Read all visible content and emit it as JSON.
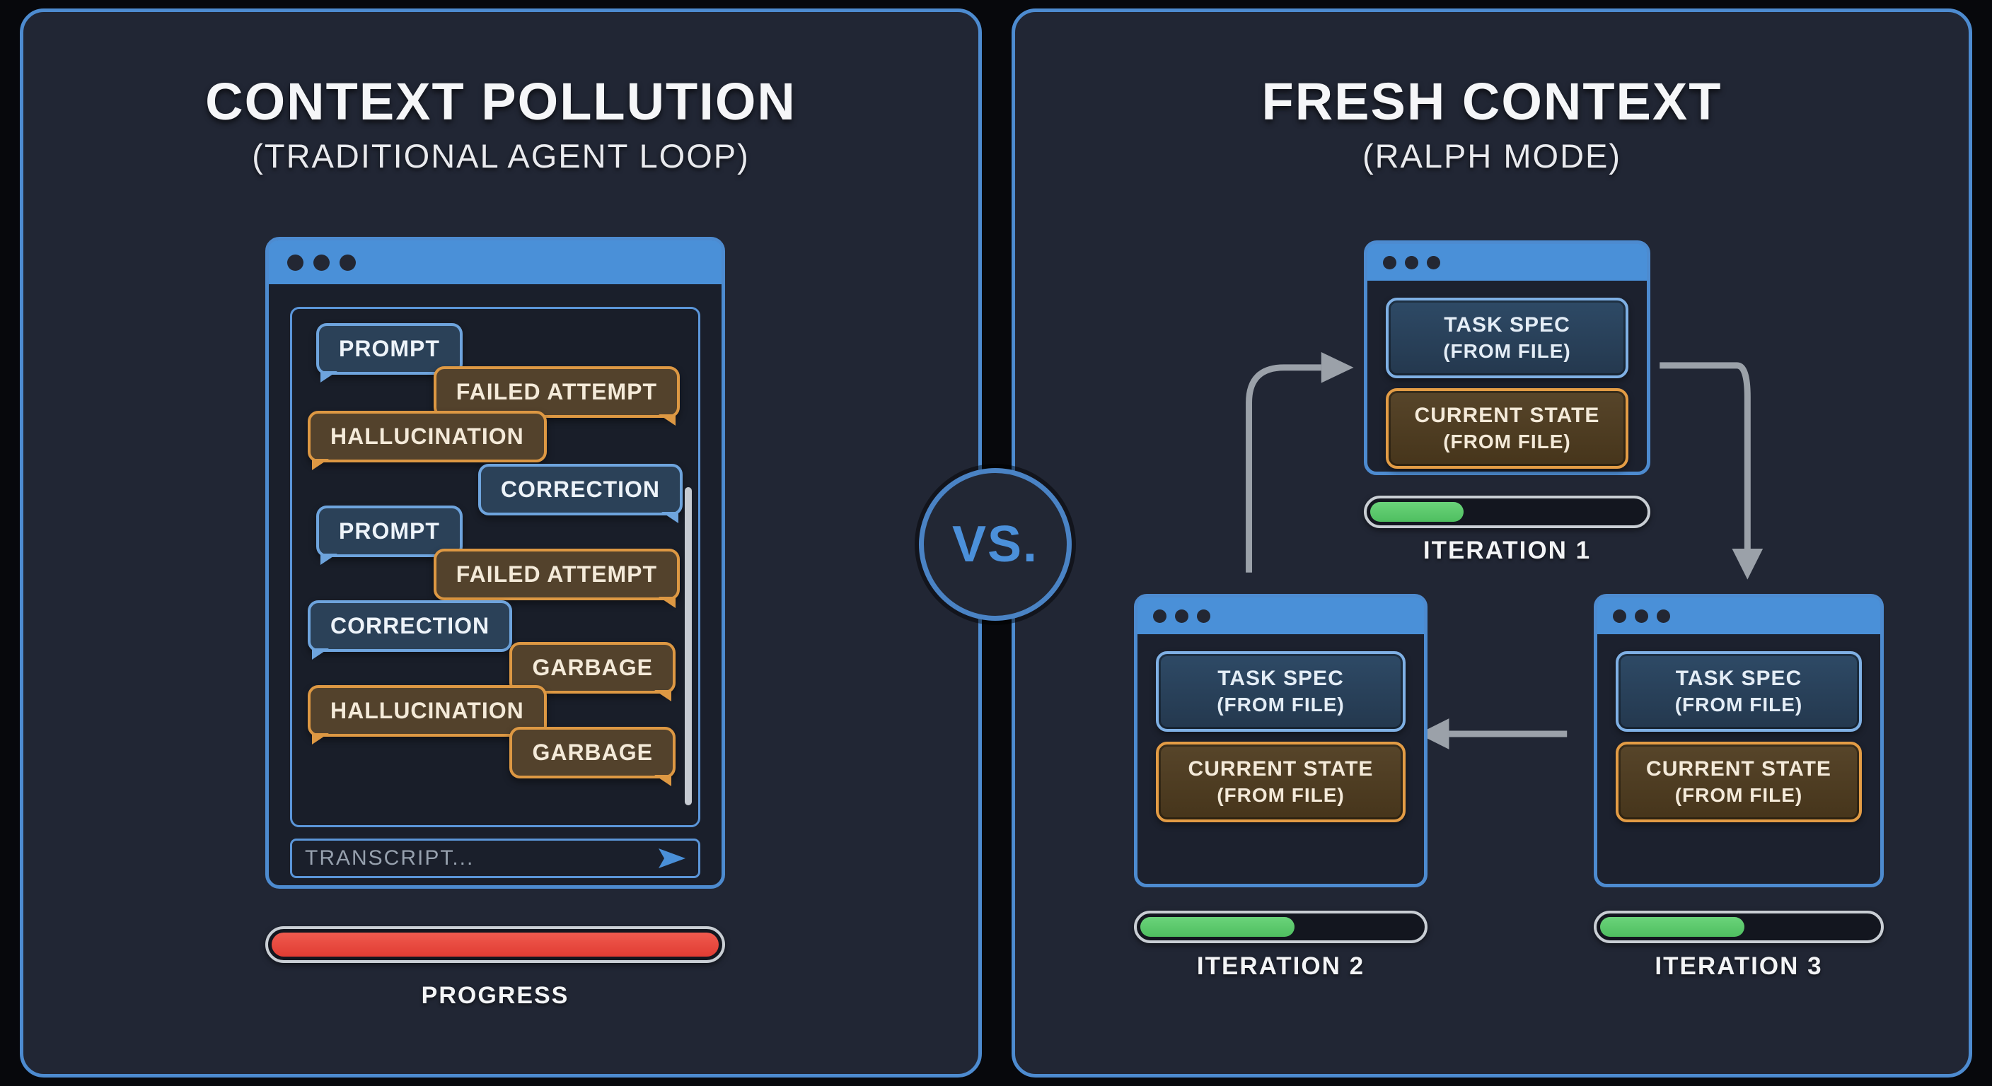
{
  "colors": {
    "accent_blue": "#4a90d8",
    "accent_orange": "#e39c45",
    "panel_border_blue": "#4d8bd0",
    "progress_red": "#e8463c",
    "progress_green": "#5bc86e",
    "arrow_gray": "#9ba1a9"
  },
  "vs": {
    "label": "VS."
  },
  "left": {
    "title": "CONTEXT POLLUTION",
    "subtitle": "(TRADITIONAL AGENT LOOP)",
    "chat": {
      "bubbles": [
        {
          "label": "PROMPT",
          "type": "blue",
          "side": "left"
        },
        {
          "label": "FAILED ATTEMPT",
          "type": "orange",
          "side": "right"
        },
        {
          "label": "HALLUCINATION",
          "type": "orange",
          "side": "left"
        },
        {
          "label": "CORRECTION",
          "type": "blue",
          "side": "right"
        },
        {
          "label": "PROMPT",
          "type": "blue",
          "side": "left"
        },
        {
          "label": "FAILED ATTEMPT",
          "type": "orange",
          "side": "right"
        },
        {
          "label": "CORRECTION",
          "type": "blue",
          "side": "left"
        },
        {
          "label": "GARBAGE",
          "type": "orange",
          "side": "right"
        },
        {
          "label": "HALLUCINATION",
          "type": "orange",
          "side": "left"
        },
        {
          "label": "GARBAGE",
          "type": "orange",
          "side": "right"
        }
      ],
      "input_placeholder": "TRANSCRIPT..."
    },
    "progress": {
      "label": "PROGRESS",
      "percent": 100
    }
  },
  "right": {
    "title": "FRESH CONTEXT",
    "subtitle": "(RALPH MODE)",
    "box_blue": {
      "line1": "TASK SPEC",
      "line2": "(FROM FILE)"
    },
    "box_orange": {
      "line1": "CURRENT STATE",
      "line2": "(FROM FILE)"
    },
    "iterations": [
      {
        "label": "ITERATION 1",
        "percent": 34
      },
      {
        "label": "ITERATION 2",
        "percent": 55
      },
      {
        "label": "ITERATION 3",
        "percent": 52
      }
    ]
  }
}
